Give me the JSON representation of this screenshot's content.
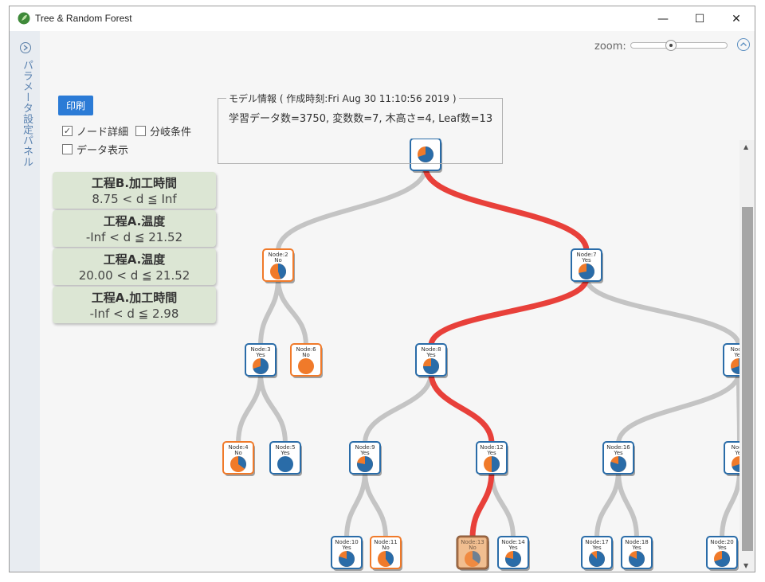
{
  "window": {
    "title": "Tree & Random Forest",
    "minimize": "—",
    "maximize": "☐",
    "close": "✕"
  },
  "side_panel": {
    "label": "パラメータ設定パネル"
  },
  "zoom": {
    "label": "zoom:",
    "level": 0.4
  },
  "toolbar": {
    "print_label": "印刷",
    "node_detail": {
      "label": "ノード詳細",
      "checked": true
    },
    "branch_condition": {
      "label": "分岐条件",
      "checked": false
    },
    "data_display": {
      "label": "データ表示",
      "checked": false
    }
  },
  "model_info": {
    "legend": "モデル情報 ( 作成時刻:Fri Aug 30 11:10:56 2019 )",
    "stats": "学習データ数=3750, 変数数=7, 木高さ=4, Leaf数=13"
  },
  "conditions": [
    {
      "title": "工程B.加工時間",
      "range": "8.75 < d ≦ Inf"
    },
    {
      "title": "工程A.温度",
      "range": "-Inf < d ≦ 21.52"
    },
    {
      "title": "工程A.温度",
      "range": "20.00 < d ≦ 21.52"
    },
    {
      "title": "工程A.加工時間",
      "range": "-Inf < d ≦ 2.98"
    }
  ],
  "colors": {
    "blue": "#2a6ca8",
    "orange": "#f07a2a",
    "path": "#e8403a",
    "edge": "#c4c4c4",
    "card": "#dce6d4"
  },
  "nodes": [
    {
      "id": "root",
      "title": "",
      "label": "",
      "blue": 0.7,
      "border": "blue"
    },
    {
      "id": "n2",
      "title": "Node:2",
      "label": "No",
      "blue": 0.45,
      "border": "orange"
    },
    {
      "id": "n7",
      "title": "Node:7",
      "label": "Yes",
      "blue": 0.72,
      "border": "blue"
    },
    {
      "id": "n3",
      "title": "Node:3",
      "label": "Yes",
      "blue": 0.7,
      "border": "blue"
    },
    {
      "id": "n6",
      "title": "Node:6",
      "label": "No",
      "blue": 0.0,
      "border": "orange"
    },
    {
      "id": "n8",
      "title": "Node:8",
      "label": "Yes",
      "blue": 0.75,
      "border": "blue"
    },
    {
      "id": "n15",
      "title": "Node:",
      "label": "Yes",
      "blue": 0.7,
      "border": "blue"
    },
    {
      "id": "n4",
      "title": "Node:4",
      "label": "No",
      "blue": 0.35,
      "border": "orange"
    },
    {
      "id": "n5",
      "title": "Node:5",
      "label": "Yes",
      "blue": 1.0,
      "border": "blue"
    },
    {
      "id": "n9",
      "title": "Node:9",
      "label": "Yes",
      "blue": 0.78,
      "border": "blue"
    },
    {
      "id": "n12",
      "title": "Node:12",
      "label": "Yes",
      "blue": 0.5,
      "border": "blue"
    },
    {
      "id": "n16",
      "title": "Node:16",
      "label": "Yes",
      "blue": 0.8,
      "border": "blue"
    },
    {
      "id": "n19",
      "title": "Node:",
      "label": "Yes",
      "blue": 0.7,
      "border": "blue"
    },
    {
      "id": "n10",
      "title": "Node:10",
      "label": "Yes",
      "blue": 0.8,
      "border": "blue"
    },
    {
      "id": "n11",
      "title": "Node:11",
      "label": "No",
      "blue": 0.4,
      "border": "orange"
    },
    {
      "id": "n13",
      "title": "Node:13",
      "label": "No",
      "blue": 0.35,
      "border": "selected"
    },
    {
      "id": "n14",
      "title": "Node:14",
      "label": "Yes",
      "blue": 0.78,
      "border": "blue"
    },
    {
      "id": "n17",
      "title": "Node:17",
      "label": "Yes",
      "blue": 0.88,
      "border": "blue"
    },
    {
      "id": "n18",
      "title": "Node:18",
      "label": "Yes",
      "blue": 0.82,
      "border": "blue"
    },
    {
      "id": "n20",
      "title": "Node:20",
      "label": "Yes",
      "blue": 0.7,
      "border": "blue"
    }
  ]
}
